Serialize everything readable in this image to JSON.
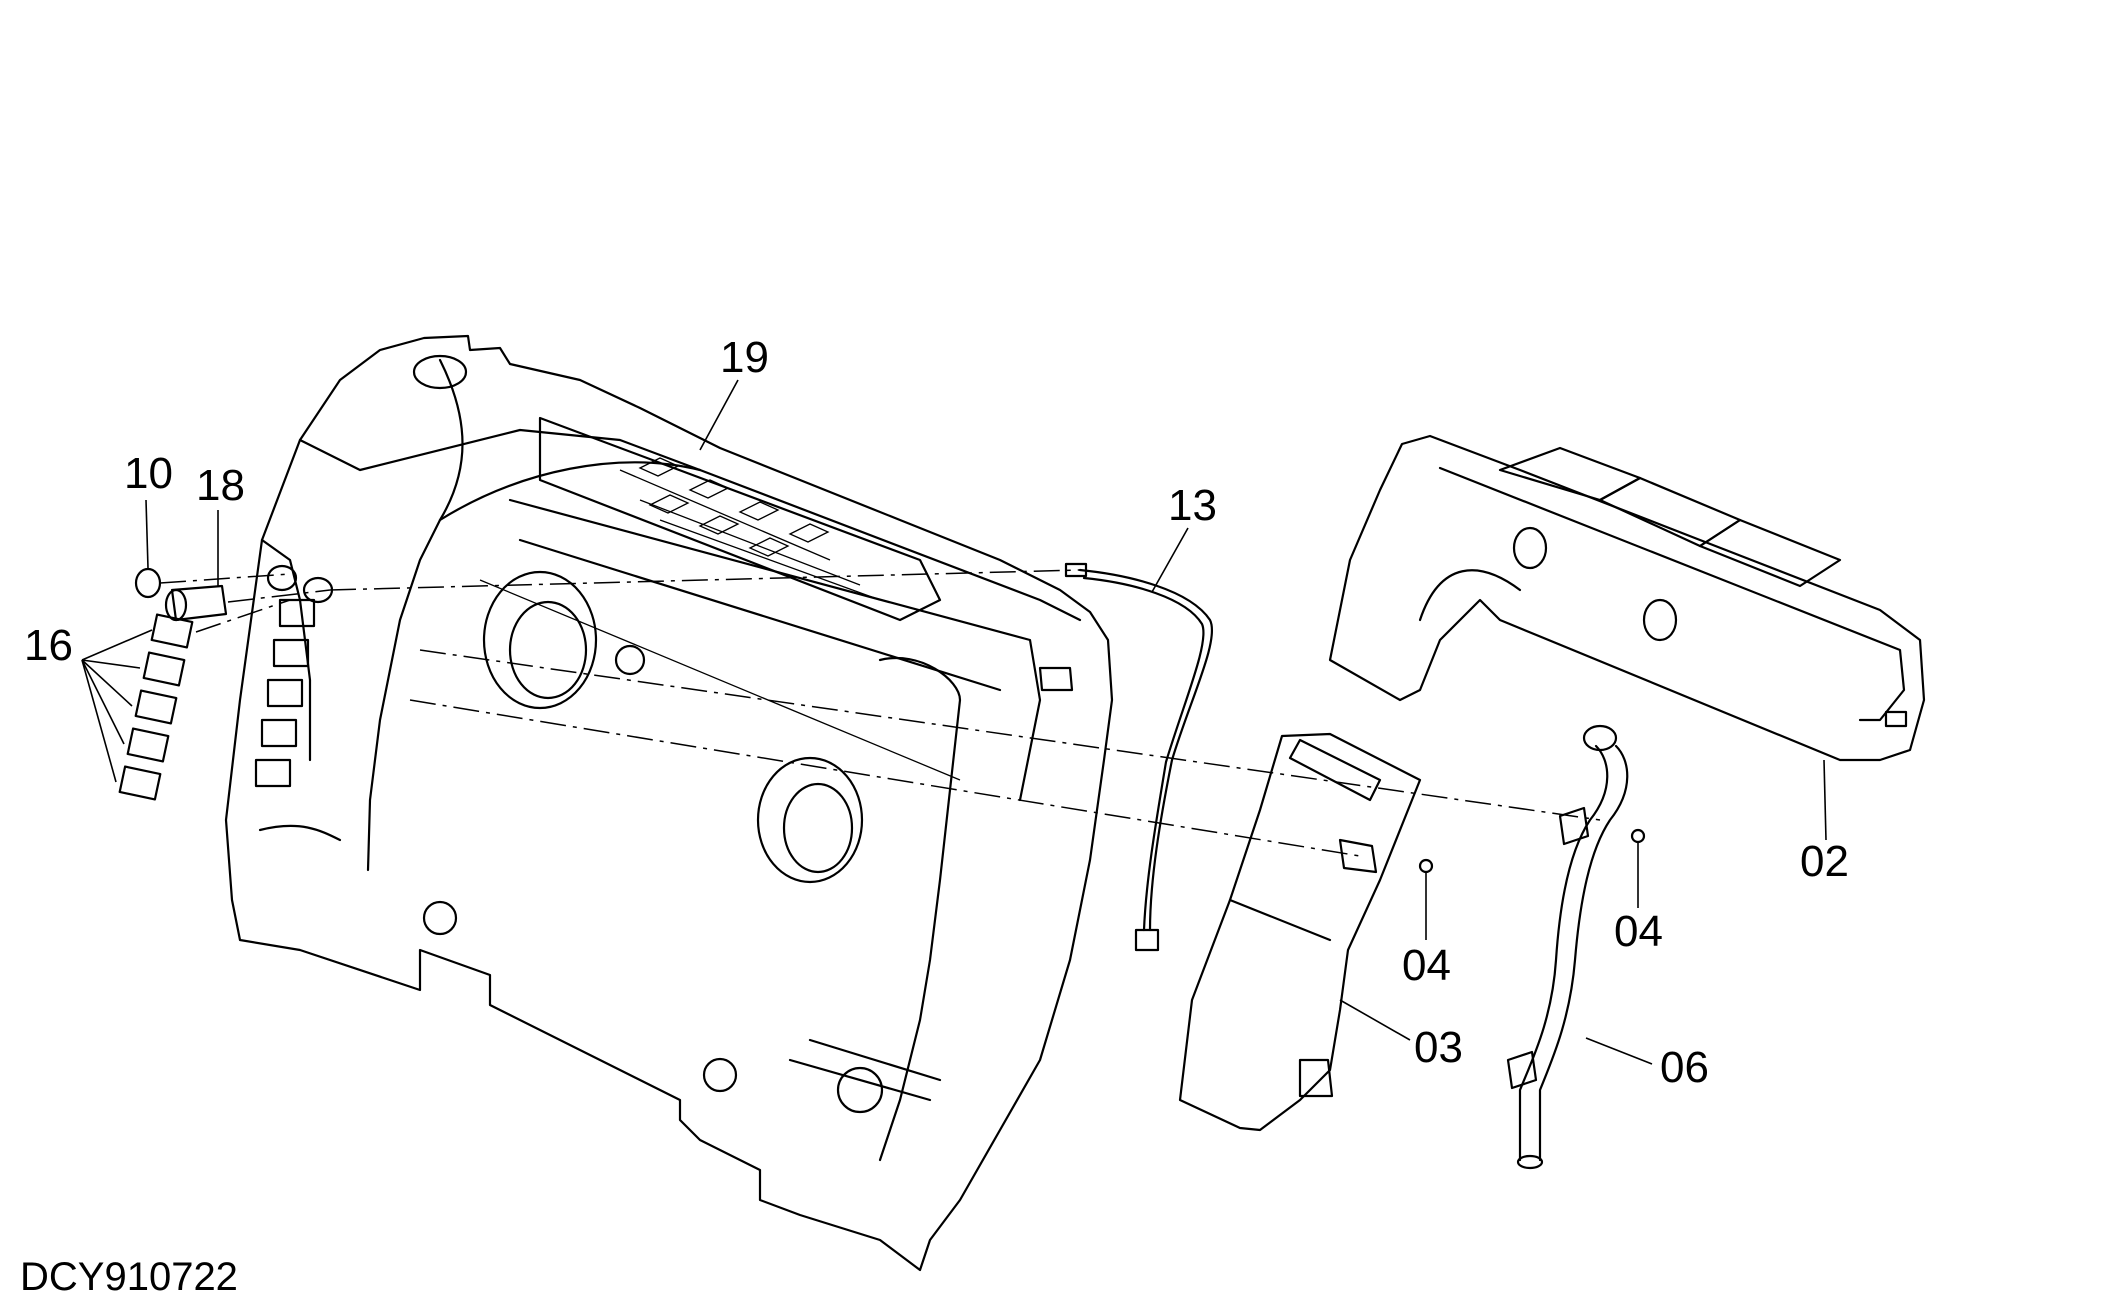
{
  "drawing_code": "DCY910722",
  "callouts": {
    "c02": "02",
    "c03": "03",
    "c04a": "04",
    "c04b": "04",
    "c06": "06",
    "c10": "10",
    "c13": "13",
    "c16": "16",
    "c18": "18",
    "c19": "19"
  },
  "colors": {
    "line": "#000000",
    "background": "#ffffff"
  }
}
